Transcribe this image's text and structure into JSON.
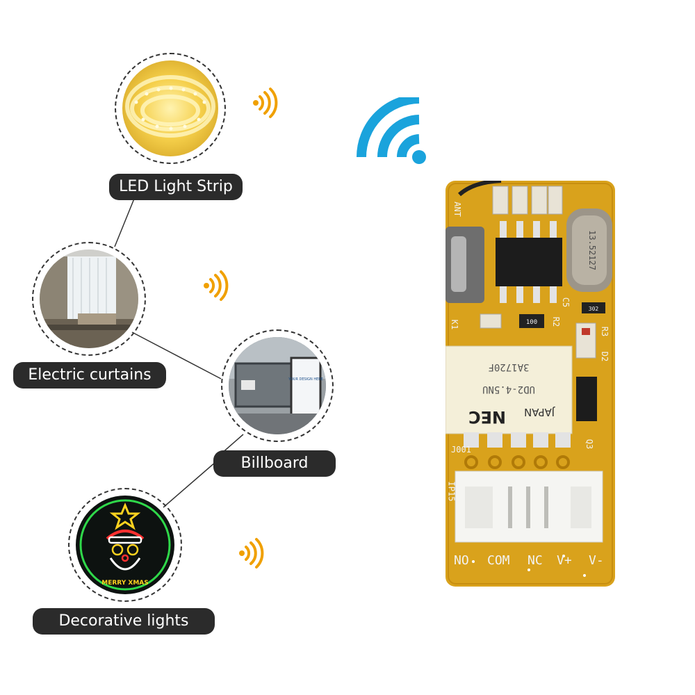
{
  "applications": [
    {
      "label": "LED Light Strip"
    },
    {
      "label": "Electric curtains"
    },
    {
      "label": "Billboard"
    },
    {
      "label": "Decorative lights"
    }
  ],
  "billboard_text": "YOUR DESIGN HERE",
  "neon_text": "MERRY XMAS",
  "board": {
    "crystal_text": "13.52127",
    "relay_brand": "NEC",
    "relay_origin": "JAPAN",
    "relay_model": "UD2-4.5NU",
    "relay_code": "3A1720F",
    "pins": [
      "NO",
      "COM",
      "NC",
      "V+",
      "V-"
    ],
    "silk_ant": "ANT",
    "silk_jp": "J001",
    "silk_ip": "IP15",
    "silk_k1": "K1",
    "silk_r2": "R2",
    "silk_c5": "C5",
    "silk_d2": "D2",
    "silk_q3": "Q3",
    "silk_r3": "R3",
    "resistor_1": "100",
    "resistor_2": "302"
  },
  "colors": {
    "pcb": "#d9a21c",
    "wifi": "#1aa3dc",
    "signal": "#f0a000",
    "label_bg": "#2b2b2b"
  }
}
